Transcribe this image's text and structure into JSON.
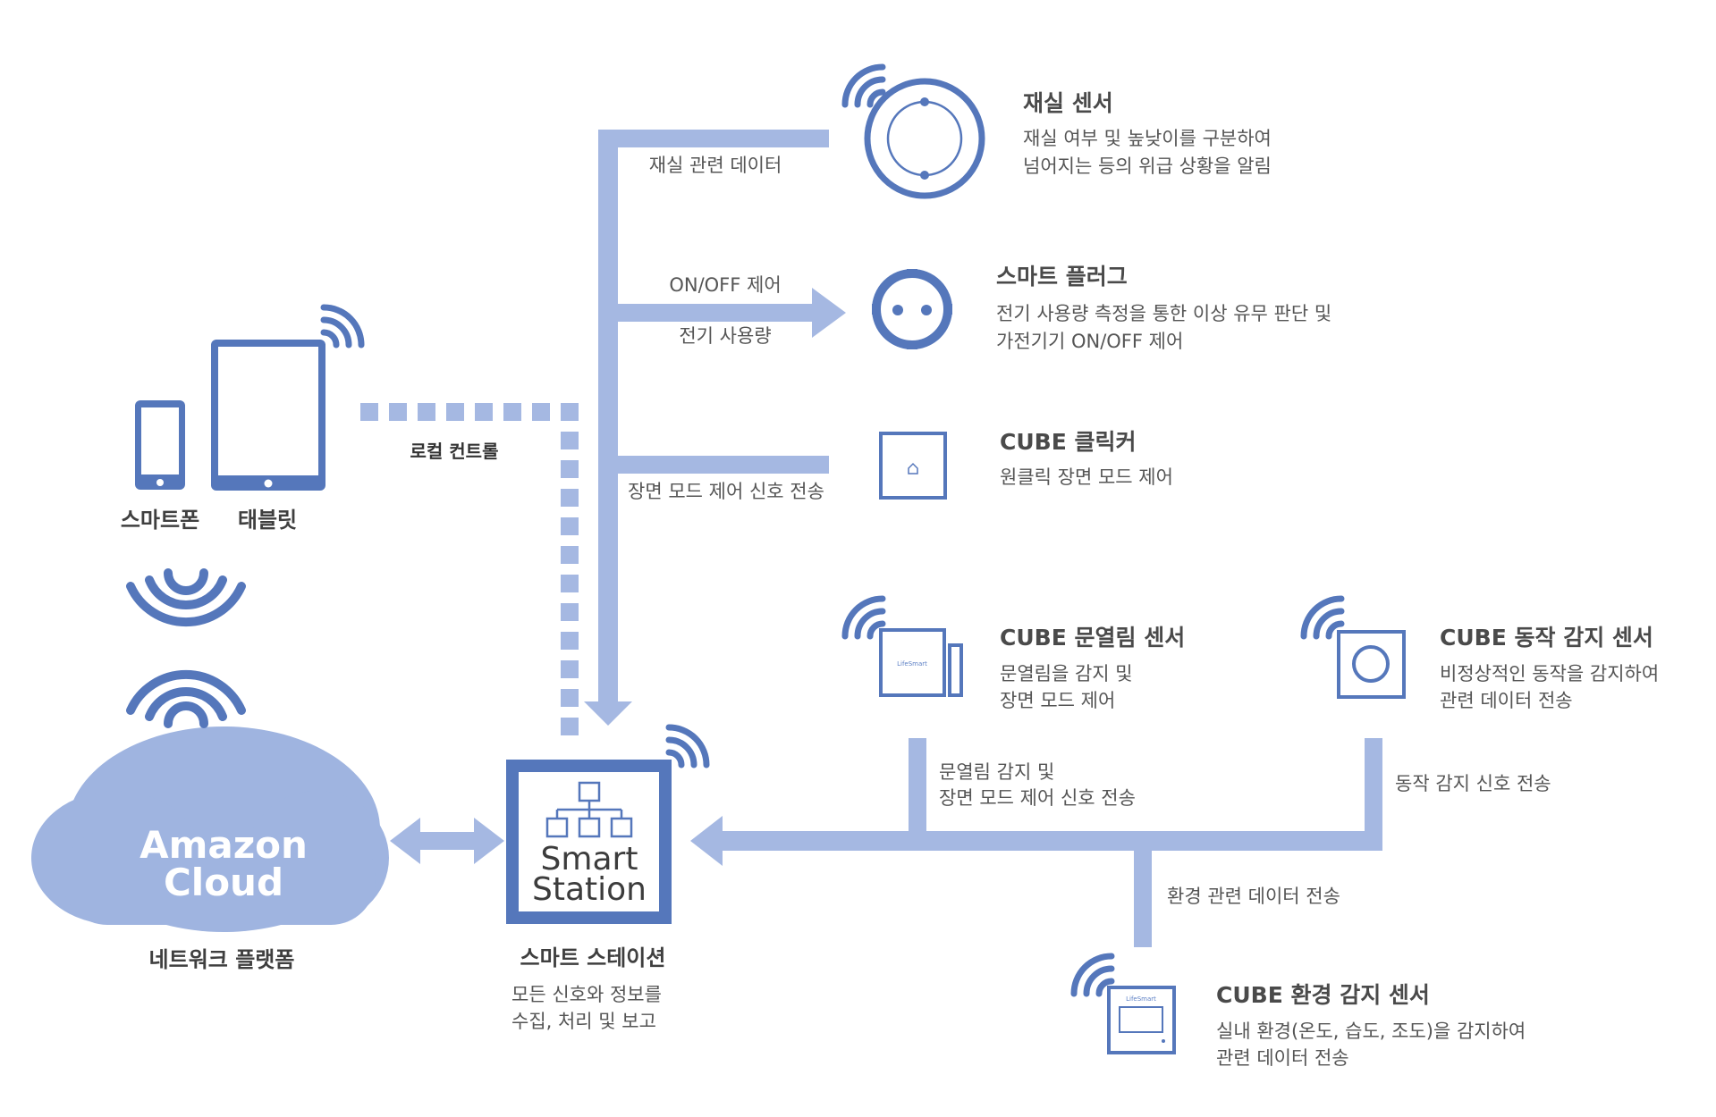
{
  "colors": {
    "line": "#a5b8e2",
    "device": "#5577bb",
    "cloud": "#9fb4e0",
    "text": "#4a4a4a"
  },
  "cloud": {
    "line1": "Amazon",
    "line2": "Cloud",
    "label": "네트워크 플랫폼"
  },
  "devices": {
    "phone": "스마트폰",
    "tablet": "태블릿"
  },
  "local_control": "로컬 컨트롤",
  "station": {
    "word1": "Smart",
    "word2": "Station",
    "title": "스마트 스테이션",
    "desc1": "모든 신호와 정보를",
    "desc2": "수집, 처리 및 보고"
  },
  "presence_sensor": {
    "title": "재실 센서",
    "desc1": "재실 여부 및 높낮이를 구분하여",
    "desc2": "넘어지는 등의 위급 상황을 알림",
    "flow": "재실 관련 데이터"
  },
  "smart_plug": {
    "title": "스마트 플러그",
    "desc1": "전기 사용량 측정을 통한 이상 유무 판단 및",
    "desc2": "가전기기 ON/OFF 제어",
    "flow1": "ON/OFF 제어",
    "flow2": "전기 사용량"
  },
  "cube_clicker": {
    "title": "CUBE 클릭커",
    "desc1": "원클릭 장면 모드 제어",
    "flow": "장면 모드 제어 신호 전송"
  },
  "door_sensor": {
    "title": "CUBE 문열림 센서",
    "desc1": "문열림을 감지 및",
    "desc2": "장면 모드 제어",
    "flow1": "문열림 감지 및",
    "flow2": "장면 모드 제어 신호 전송",
    "brand": "LifeSmart"
  },
  "motion_sensor": {
    "title": "CUBE 동작 감지 센서",
    "desc1": "비정상적인 동작을 감지하여",
    "desc2": "관련 데이터 전송",
    "flow": "동작 감지 신호 전송"
  },
  "env_sensor": {
    "title": "CUBE 환경 감지 센서",
    "desc1": "실내 환경(온도, 습도, 조도)을 감지하여",
    "desc2": "관련 데이터 전송",
    "flow": "환경 관련 데이터 전송",
    "brand": "LifeSmart"
  }
}
